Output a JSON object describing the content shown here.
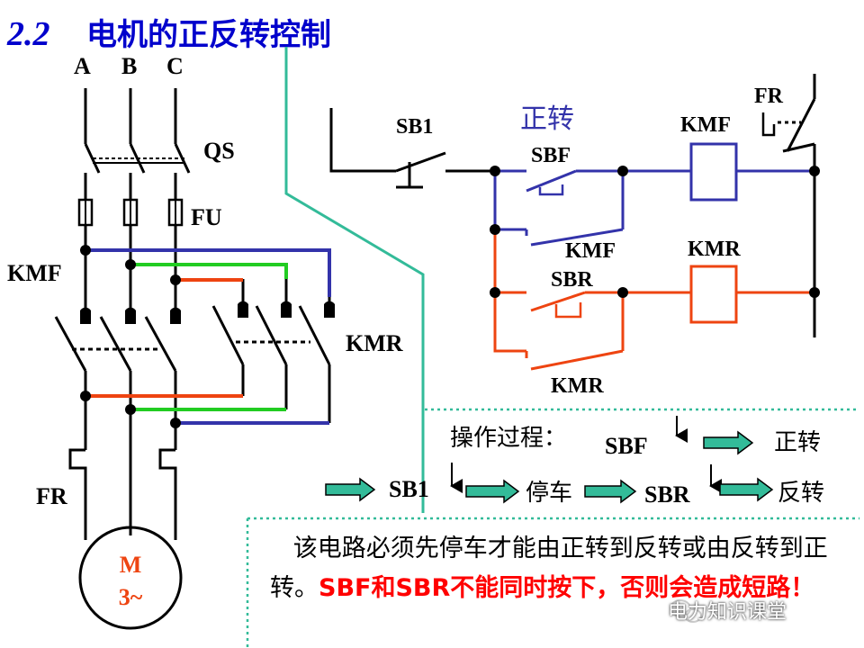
{
  "title": {
    "number": "2.2",
    "text": "电机的正反转控制"
  },
  "colors": {
    "title_blue": "#0000cc",
    "blue_wire": "#3333aa",
    "green_wire": "#22cc22",
    "red_wire": "#ee4411",
    "teal_line": "#33bb99",
    "note_red": "#ff0000"
  },
  "power_circuit": {
    "phases": [
      "A",
      "B",
      "C"
    ],
    "switch_label": "QS",
    "fuse_label": "FU",
    "contactor_forward_label": "KMF",
    "contactor_reverse_label": "KMR",
    "overload_label": "FR",
    "motor_label_line1": "M",
    "motor_label_line2": "3~"
  },
  "control_circuit": {
    "fr_label": "FR",
    "sb1_label": "SB1",
    "forward_caption": "正转",
    "sbf_label": "SBF",
    "kmf_coil_label": "KMF",
    "kmf_contact_label": "KMF",
    "kmr_coil_label": "KMR",
    "sbr_label": "SBR",
    "kmr_contact_label": "KMR"
  },
  "operation": {
    "heading": "操作过程：",
    "step_sbf": "SBF",
    "result_forward": "正转",
    "step_sb1": "SB1",
    "result_stop": "停车",
    "step_sbr": "SBR",
    "result_reverse": "反转"
  },
  "note": {
    "part1": "该电路必须先停车才能由正转到反转或由反转到正转。",
    "part2_red": "SBF和SBR不能同时按下，否则会造成短路！"
  },
  "watermark": "电力知识课堂"
}
